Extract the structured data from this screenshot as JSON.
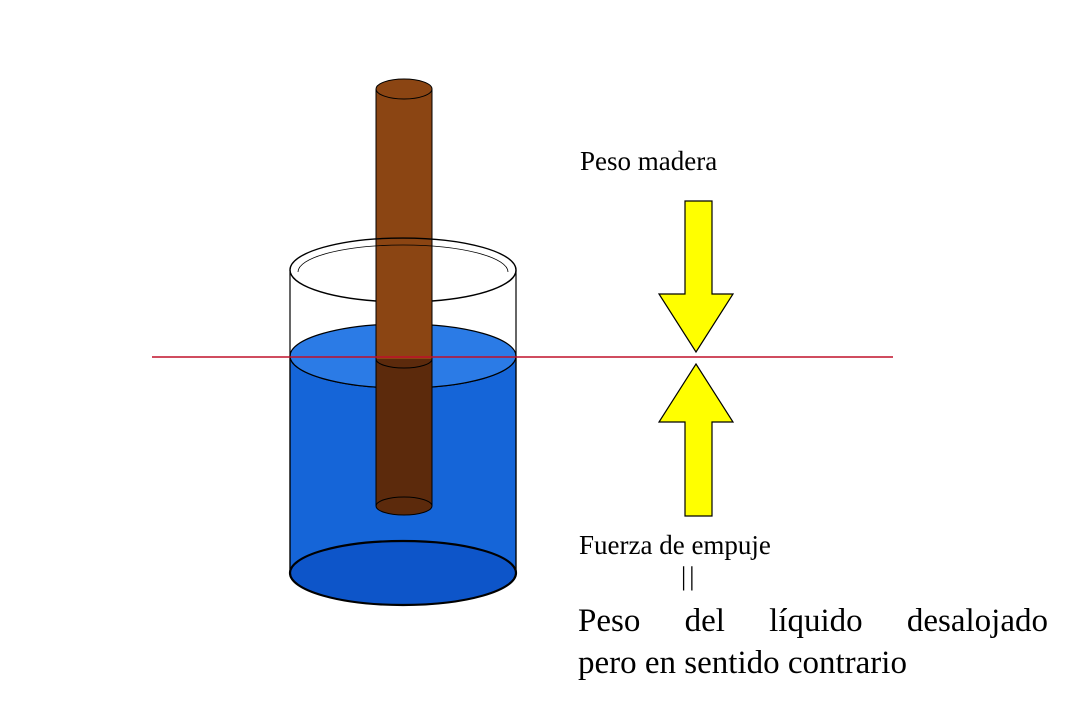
{
  "labels": {
    "top_force": "Peso madera",
    "bottom_force": "Fuerza de empuje",
    "equality": "||",
    "caption_line1": "Peso del líquido desalojado",
    "caption_line2": "pero en sentido contrario"
  },
  "colors": {
    "water": "#1565d8",
    "water_surface": "#2b7be6",
    "water_bottom": "#0d55c9",
    "wood": "#8b4513",
    "wood_submerged": "#5c2a0c",
    "arrow_fill": "#ffff00",
    "arrow_stroke": "#000000",
    "waterline": "#c0102a",
    "glass_outline": "#000000"
  },
  "icons": {
    "down_arrow": "down-arrow-icon",
    "up_arrow": "up-arrow-icon"
  }
}
